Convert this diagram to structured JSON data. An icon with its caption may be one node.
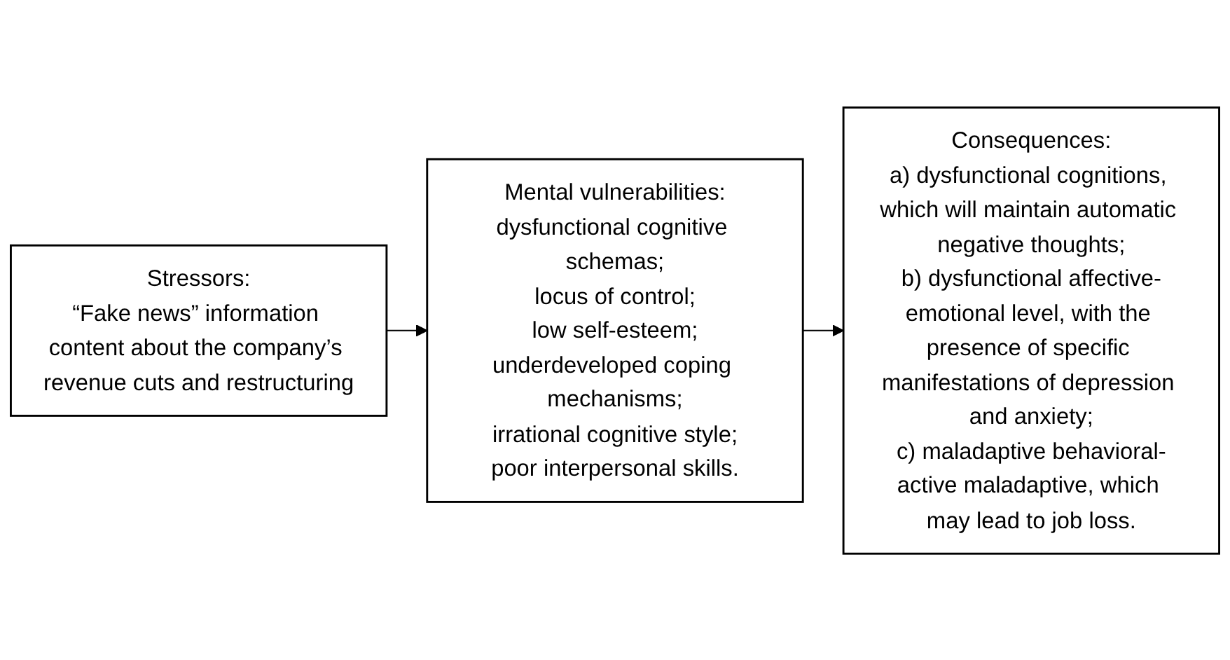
{
  "diagram": {
    "nodes": [
      {
        "text": [
          "Stressors:",
          "“Fake news” information content about the company’s revenue cuts and restructuring"
        ]
      },
      {
        "text": [
          "Mental vulnerabilities:",
          "dysfunctional cognitive schemas;",
          "locus of control;",
          "low self-esteem;",
          "underdeveloped coping mechanisms;",
          "irrational cognitive style;",
          "poor interpersonal skills."
        ]
      },
      {
        "text": [
          "Consequences:",
          "a) dysfunctional cognitions, which will maintain automatic negative thoughts;",
          "b) dysfunctional affective-emotional level, with the presence of specific manifestations of depression and anxiety;",
          "c) maladaptive behavioral-active maladaptive, which may lead to job loss."
        ]
      }
    ],
    "edges": [
      {
        "from": 0,
        "to": 1,
        "arrow": "to"
      },
      {
        "from": 1,
        "to": 2,
        "arrow": "to"
      }
    ]
  }
}
